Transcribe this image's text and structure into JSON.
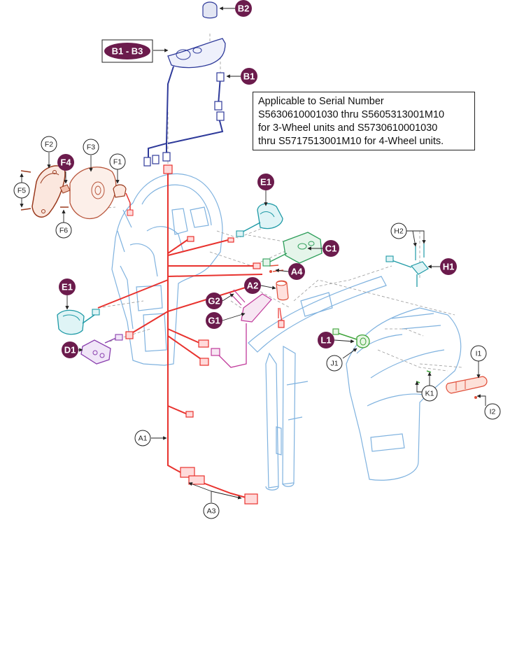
{
  "note": {
    "lines": [
      "Applicable to Serial Number",
      "S5630610001030 thru S5605313001M10",
      "for 3-Wheel units and S5730610001030",
      "thru S5717513001M10 for 4-Wheel units."
    ]
  },
  "colors": {
    "callout_fill": "#6b1b4c",
    "harness_red": "#e8322e",
    "harness_blue": "#2e3a9a",
    "frame_blue": "#7fb2df",
    "teal": "#1f9aa6",
    "green": "#2e9e5a",
    "purple": "#8a3fae",
    "magenta": "#c0399a",
    "brown": "#9a3a1e",
    "lime": "#3ea33a",
    "coral": "#e04f3a"
  },
  "callouts": {
    "b2": "B2",
    "b1_b3": "B1 - B3",
    "b1": "B1",
    "f2": "F2",
    "f3": "F3",
    "f4": "F4",
    "f1": "F1",
    "f5": "F5",
    "f6": "F6",
    "e1_top": "E1",
    "c1": "C1",
    "h2": "H2",
    "h1": "H1",
    "a4": "A4",
    "a2": "A2",
    "g2": "G2",
    "g1": "G1",
    "e1_left": "E1",
    "d1": "D1",
    "l1": "L1",
    "j1": "J1",
    "k1": "K1",
    "i1": "I1",
    "i2": "I2",
    "a1": "A1",
    "a3": "A3"
  }
}
